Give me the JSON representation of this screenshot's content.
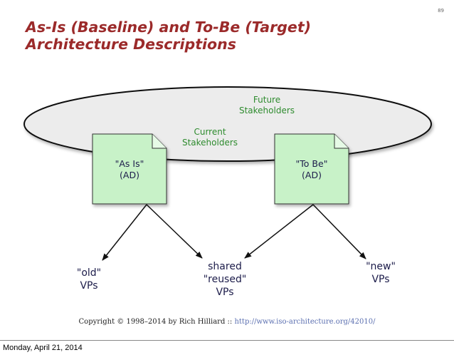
{
  "slide": {
    "number": "89",
    "title_line1": "As-Is (Baseline) and To-Be (Target)",
    "title_line2": "Architecture Descriptions"
  },
  "diagram": {
    "future_line1": "Future",
    "future_line2": "Stakeholders",
    "current_line1": "Current",
    "current_line2": "Stakeholders",
    "as_is_line1": "\"As Is\"",
    "as_is_line2": "(AD)",
    "to_be_line1": "\"To Be\"",
    "to_be_line2": "(AD)",
    "old_line1": "\"old\"",
    "old_line2": "VPs",
    "shared_line1": "shared",
    "shared_line2": "\"reused\"",
    "shared_line3": "VPs",
    "new_line1": "\"new\"",
    "new_line2": "VPs",
    "colors": {
      "title": "#9b2a2a",
      "stakeholders_text": "#2e8b2e",
      "document_fill": "#c8f2c8",
      "label_text": "#1c1c4a"
    }
  },
  "footer": {
    "copyright_text": "Copyright © 1998–2014 by Rich Hilliard :: ",
    "copyright_link": "http://www.iso-architecture.org/42010/",
    "date": "Monday, April 21, 2014"
  }
}
